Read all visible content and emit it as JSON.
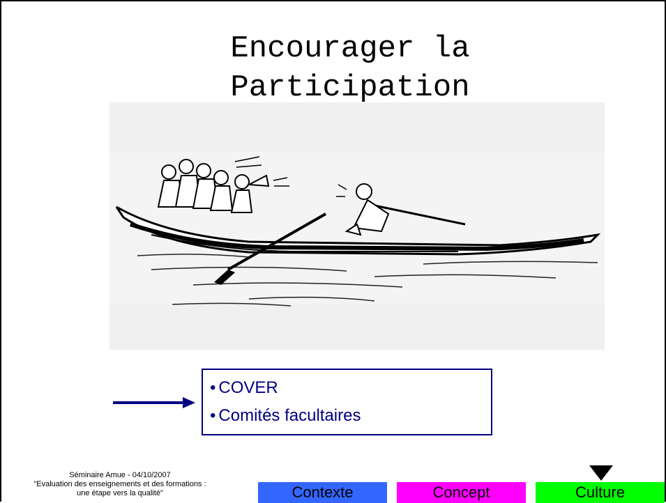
{
  "slide": {
    "title_lines": [
      "Encourager la",
      "Participation"
    ],
    "bullets": [
      "COVER",
      "Comités facultaires"
    ],
    "bullet_symbol": "•"
  },
  "footer": {
    "line1": "Séminaire Amue  - 04/10/2007",
    "line2": "\"Evaluation des enseignements et des formations :",
    "line3": "une étape vers la qualité\""
  },
  "nav": {
    "contexte": "Contexte",
    "concept": "Concept",
    "culture": "Culture",
    "active": "culture"
  },
  "colors": {
    "contexte": "#3366ff",
    "concept": "#ff00ff",
    "culture": "#00ff00",
    "accent": "#000080"
  },
  "icons": {
    "illustration": "rowing-boat-cartoon-image",
    "arrow": "right-arrow-icon",
    "marker": "triangle-down-icon"
  }
}
